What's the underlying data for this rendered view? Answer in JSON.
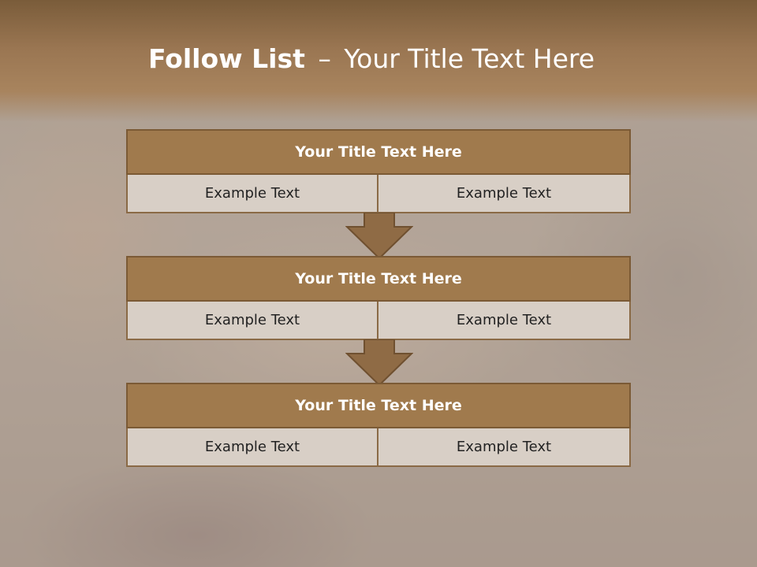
{
  "slide": {
    "title_bold": "Follow List",
    "title_sep": "–",
    "title_rest": "Your Title Text Here"
  },
  "blocks": [
    {
      "title": "Your Title Text Here",
      "left": "Example Text",
      "right": "Example Text"
    },
    {
      "title": "Your Title Text Here",
      "left": "Example Text",
      "right": "Example Text"
    },
    {
      "title": "Your Title Text Here",
      "left": "Example Text",
      "right": "Example Text"
    }
  ],
  "colors": {
    "header": "#9a7652",
    "block_title": "#a07a4d",
    "cell": "#d8cfc6",
    "arrow": "#8f6b45"
  }
}
